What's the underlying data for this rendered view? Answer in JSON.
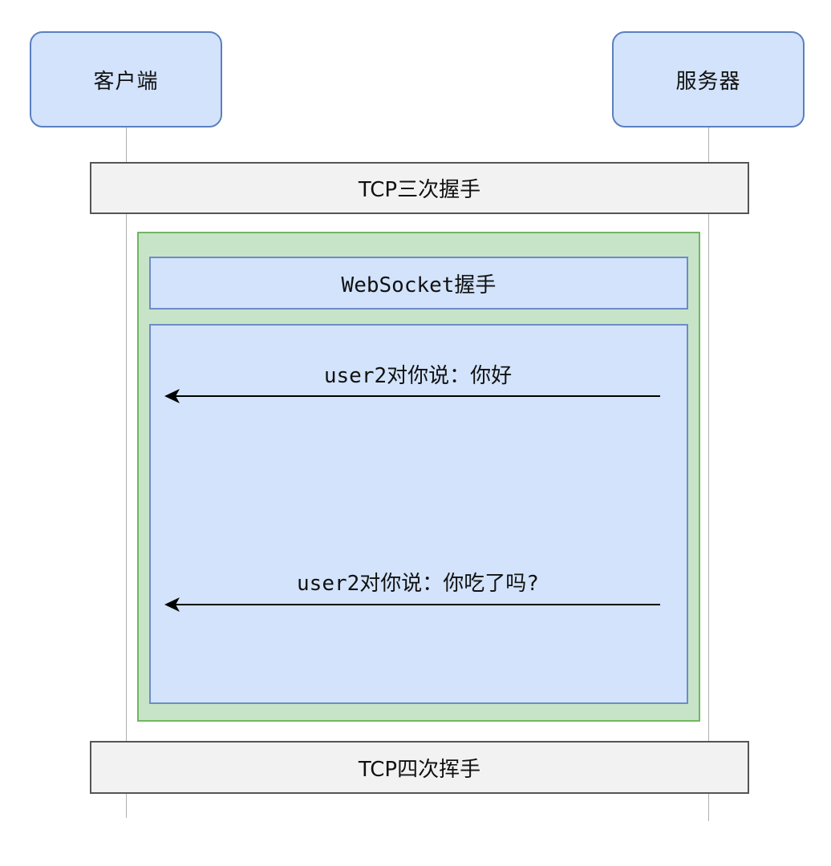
{
  "participants": {
    "client": "客户端",
    "server": "服务器"
  },
  "tcp_handshake": "TCP三次握手",
  "websocket": {
    "title": "WebSocket握手",
    "messages": [
      {
        "text": "user2对你说：你好"
      },
      {
        "text": "user2对你说：你吃了吗?"
      }
    ]
  },
  "tcp_teardown": "TCP四次挥手",
  "colors": {
    "actor_fill": "#d2e3fb",
    "actor_border": "#5b7fc0",
    "outer_fill": "#c8e4c8",
    "outer_border": "#6fb761",
    "bar_fill": "#f2f2f2",
    "arrow": "#000000"
  }
}
